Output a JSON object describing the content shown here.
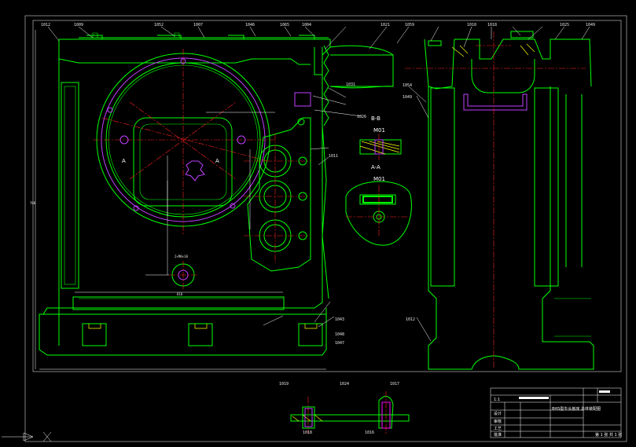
{
  "drawing": {
    "callouts_top": [
      "1012",
      "1009",
      "1052",
      "1007",
      "1046",
      "1065",
      "1004",
      "1021",
      "1059",
      "1010",
      "1018",
      "1025",
      "1049"
    ],
    "callouts_mid": [
      "1054",
      "1049",
      "1031",
      "1026",
      "1011",
      "1012"
    ],
    "callouts_bottom": [
      "1019",
      "1024",
      "1017",
      "1018",
      "1016",
      "1043",
      "1047",
      "1048"
    ],
    "section_a": "A-A",
    "section_b": "B-B",
    "section_label_a": "A",
    "view_labels": [
      "M01",
      "M01"
    ],
    "dim_width": "616",
    "dim_height": "700",
    "hole_note": "2×M8×10"
  },
  "title_block": {
    "title": "BHS型牛头刨床 总体装配图",
    "scale": "1:1",
    "sheet": "第 1 张 共 1 张",
    "material": "",
    "rows": [
      "设计",
      "审核",
      "工艺",
      "批准"
    ]
  },
  "colors": {
    "background": "#000000",
    "outline": "#00ff00",
    "centerline": "#ff2020",
    "highlight": "#c040ff",
    "text": "#ffffff"
  },
  "icons": [
    "ucs-axis-icon"
  ]
}
